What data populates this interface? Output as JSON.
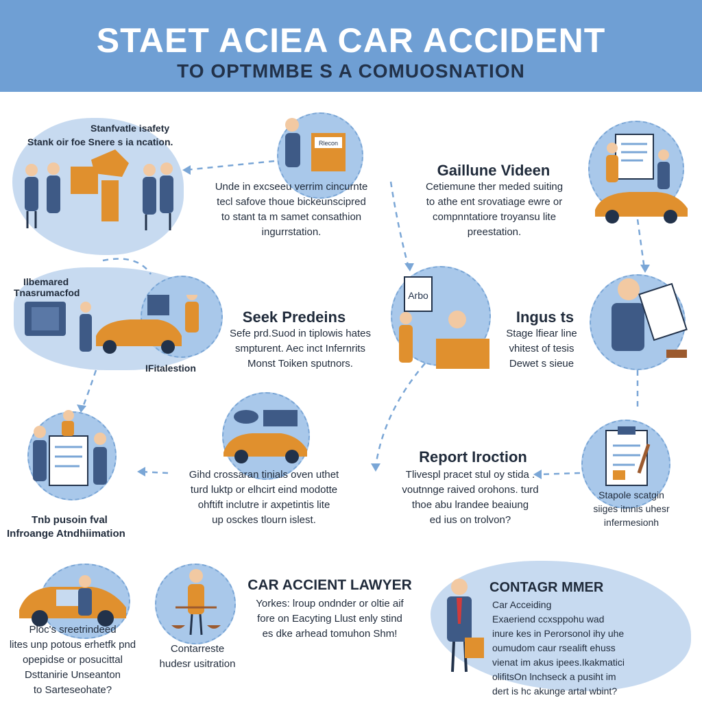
{
  "header": {
    "title": "STAET ACIEA  CAR ACCIDENT",
    "subtitle": "TO OPTMMBE S A COMUOSNATION"
  },
  "colors": {
    "banner": "#6f9fd4",
    "accent_blue": "#a9c8ea",
    "car_orange": "#e0902e",
    "suit": "#3e5a86",
    "dark": "#22324a"
  },
  "steps": {
    "safety": {
      "label_1": "Stanfvatle isafety",
      "label_2": "Stank oir foe Snere s ia ncation.",
      "text": [
        "Unde in excseeu verrim cincurnte",
        "tecl safove thoue bickeunscipred",
        "to stant ta m samet consathion",
        "ingurrstation."
      ]
    },
    "video": {
      "title": "Gaillune Videen",
      "text": [
        "Cetiemune ther meded suiting",
        "to athe ent srovatiage ewre or",
        "compnntatiore troyansu lite",
        "preestation."
      ]
    },
    "insurance": {
      "label_1": "Ilbemared",
      "label_2": "Tnasrumacfod",
      "label_3": "IFitalestion"
    },
    "predins": {
      "title": "Seek Predeins",
      "text": [
        "Sefe prd.Suod in tiplowis hates",
        "smpturent. Aec inct Infernrits",
        "Monst Toiken sputnors."
      ]
    },
    "injuries": {
      "title": "Ingus ts",
      "text": [
        "Stage lfiear line",
        "vhitest of tesis",
        "Dewet s sieue"
      ]
    },
    "info": {
      "text": [
        "Gihd crossaran tinials oven uthet",
        "turd luktp or elhcirt eind modotte",
        "ohftift inclutre ir axpetintis lite",
        "up osckes tlourn islest."
      ],
      "label_1": "Tnb pusoin fval",
      "label_2": "Infroange Atndhiimation"
    },
    "report": {
      "title": "Report Iroction",
      "text": [
        "Tlivespl pracet stul oy stida .",
        "voutnnge raived orohons. turd",
        "thoe abu lrandee beaiung",
        "ed ius on trolvon?"
      ],
      "label": [
        "Stapole scatgin",
        "siiges itnnis uhesr",
        "infermesionh"
      ]
    },
    "photos": {
      "text": [
        "Ploc's sreetrindeed",
        "lites unp potous erhetfk pnd",
        "opepidse or posucittal",
        "Dsttanirie Unseanton",
        "to Sarteseohate?"
      ]
    },
    "medical": {
      "label": [
        "Contarreste",
        "hudesr usitration"
      ]
    },
    "lawyer": {
      "title": "CAR ACCIENT LAWYER",
      "text": [
        "Yorkes: lroup ondnder or oltie aif",
        "fore on Eacyting Llust enly stind",
        "es dke arhead tomuhon Shm!"
      ]
    },
    "contact": {
      "title": "CONTAGR MMER",
      "text": [
        "Car Acceiding",
        "Exaeriend ccxsppohu wad",
        "inure kes in Perorsonol ihy uhe",
        "oumudom caur rsealift ehuss",
        "vienat im akus ipees.Ikakmatici",
        "olifitsOn lnchseck a pusiht im",
        "dert is hc akunge artal wbint?"
      ]
    },
    "signs": {
      "arbo": "Arbo",
      "recon": "Rlecon"
    }
  }
}
